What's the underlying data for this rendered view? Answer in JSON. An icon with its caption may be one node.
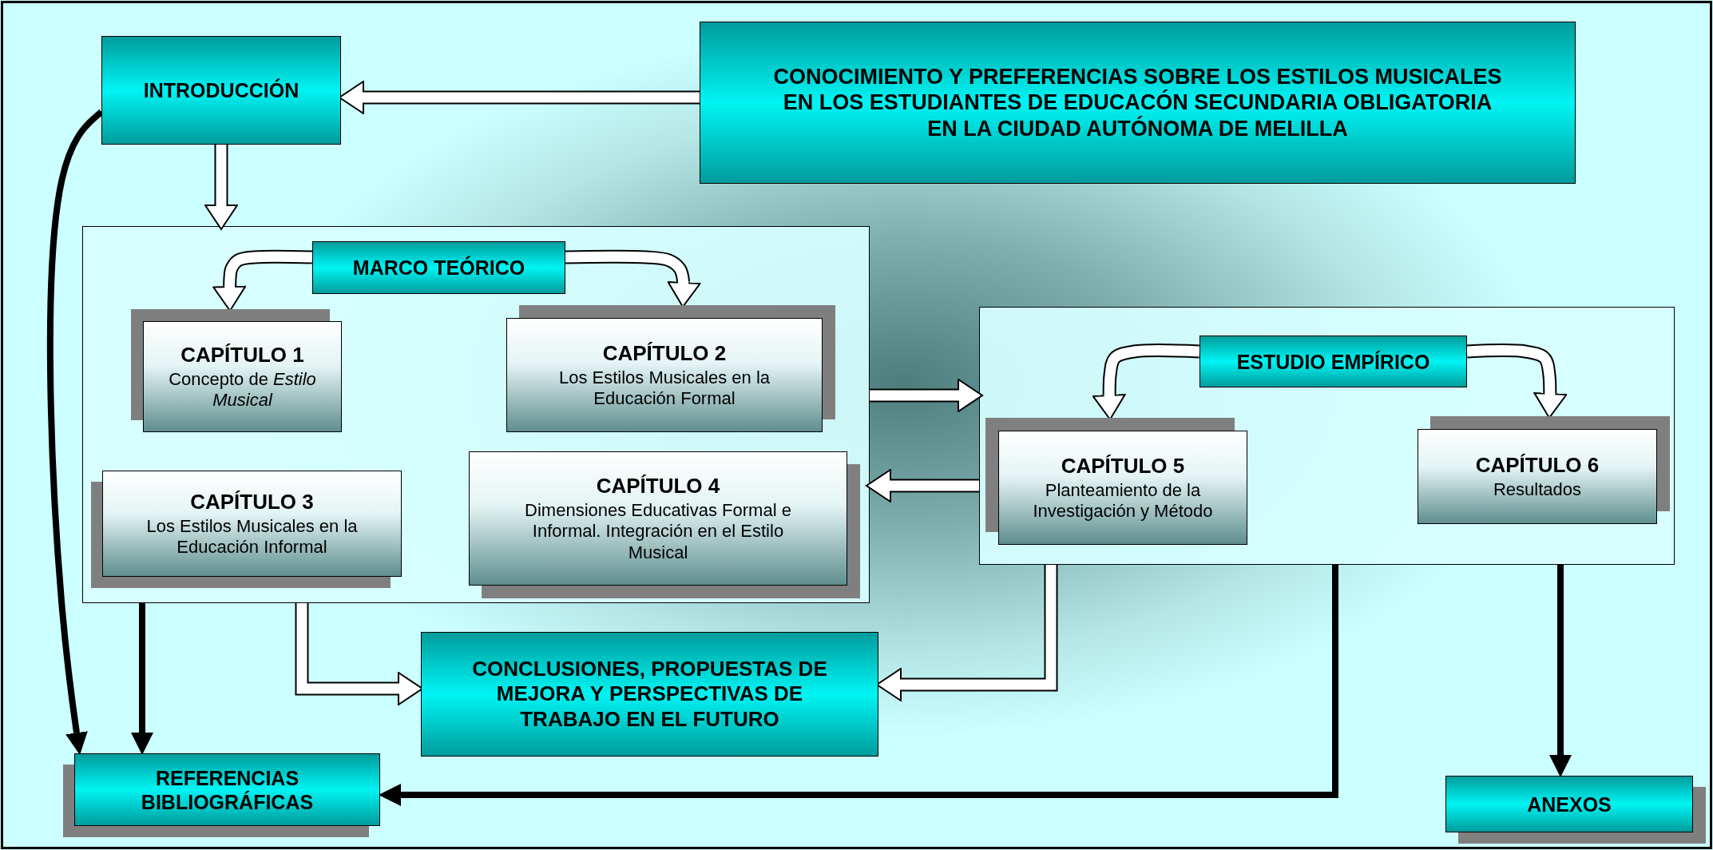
{
  "diagram": {
    "nodes": [
      {
        "text": [
          "INTRODUCCIÓN"
        ]
      },
      {
        "text": [
          "CONOCIMIENTO Y PREFERENCIAS SOBRE LOS ESTILOS MUSICALES EN LOS ESTUDIANTES DE EDUCACÓN SECUNDARIA OBLIGATORIA EN LA CIUDAD AUTÓNOMA DE MELILLA"
        ]
      },
      {
        "text": [],
        "shape": "box"
      },
      {
        "text": [
          "MARCO TEÓRICO"
        ],
        "in": 2
      },
      {
        "text": [
          "CAPÍTULO 1",
          "Concepto de *Estilo Musical*"
        ],
        "in": 2
      },
      {
        "text": [
          "CAPÍTULO 2",
          "Los Estilos Musicales en la Educación Formal"
        ],
        "in": 2
      },
      {
        "text": [
          "CAPÍTULO 3",
          "Los Estilos Musicales en la Educación Informal"
        ],
        "in": 2
      },
      {
        "text": [
          "CAPÍTULO 4",
          "Dimensiones Educativas Formal e Informal. Integración en el Estilo Musical"
        ],
        "in": 2
      },
      {
        "text": [],
        "shape": "box"
      },
      {
        "text": [
          "ESTUDIO EMPÍRICO"
        ],
        "in": 8
      },
      {
        "text": [
          "CAPÍTULO 5",
          "Planteamiento de la Investigación y Método"
        ],
        "in": 8
      },
      {
        "text": [
          "CAPÍTULO 6",
          "Resultados"
        ],
        "in": 8
      },
      {
        "text": [
          "CONCLUSIONES, PROPUESTAS DE MEJORA Y PERSPECTIVAS DE TRABAJO EN EL FUTURO"
        ]
      },
      {
        "text": [
          "REFERENCIAS BIBLIOGRÁFICAS"
        ]
      },
      {
        "text": [
          "ANEXOS"
        ]
      }
    ],
    "edges": [
      {
        "from": 1,
        "to": 0,
        "arrow": "to"
      },
      {
        "from": 0,
        "to": 2,
        "arrow": "to"
      },
      {
        "from": 3,
        "to": 4,
        "arrow": "to"
      },
      {
        "from": 3,
        "to": 5,
        "arrow": "to"
      },
      {
        "from": 2,
        "to": 8,
        "arrow": "to"
      },
      {
        "from": 8,
        "to": 2,
        "arrow": "to"
      },
      {
        "from": 2,
        "to": 12,
        "arrow": "to"
      },
      {
        "from": 8,
        "to": 12,
        "arrow": "to"
      },
      {
        "from": 0,
        "to": 13,
        "arrow": "to",
        "color": "#000000"
      },
      {
        "from": 2,
        "to": 13,
        "arrow": "to",
        "color": "#000000"
      },
      {
        "from": 8,
        "to": 13,
        "arrow": "to",
        "color": "#000000"
      },
      {
        "from": 8,
        "to": 14,
        "arrow": "to",
        "color": "#000000"
      },
      {
        "from": 9,
        "to": 10,
        "arrow": "to"
      },
      {
        "from": 9,
        "to": 11,
        "arrow": "to"
      }
    ]
  }
}
